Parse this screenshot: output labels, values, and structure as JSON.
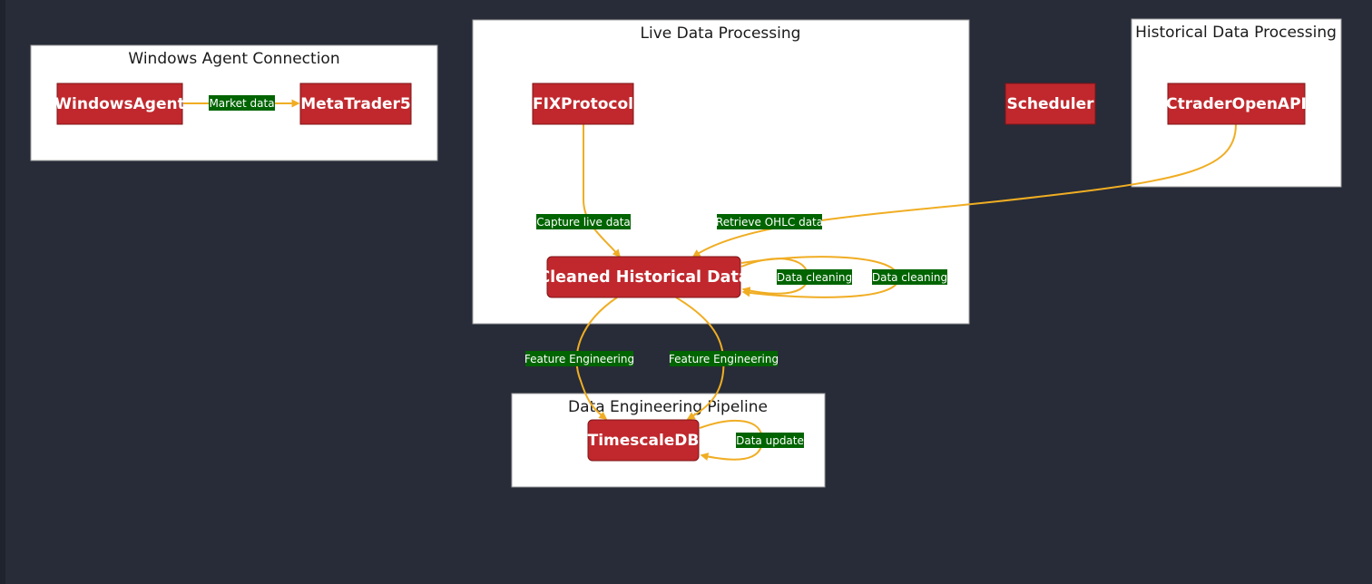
{
  "colors": {
    "background": "#272c38",
    "cluster_fill": "#ffffff",
    "node_fill": "#c0282d",
    "edge_stroke": "#f0ad23",
    "edge_label_fill": "#006400"
  },
  "clusters": {
    "windows_agent": {
      "title": "Windows Agent Connection"
    },
    "live_data": {
      "title": "Live Data Processing"
    },
    "historical_data": {
      "title": "Historical Data Processing"
    },
    "data_engineering": {
      "title": "Data Engineering Pipeline"
    }
  },
  "nodes": {
    "windows_agent": "WindowsAgent",
    "metatrader5": "MetaTrader5",
    "fix_protocol": "FIXProtocol",
    "scheduler": "Scheduler",
    "ctrader": "CtraderOpenAPI",
    "cleaned_historical": "Cleaned Historical Data",
    "timescaledb": "TimescaleDB"
  },
  "edges": {
    "market_data": "Market data",
    "capture_live": "Capture live data",
    "retrieve_ohlc": "Retrieve OHLC data",
    "data_cleaning_1": "Data cleaning",
    "data_cleaning_2": "Data cleaning",
    "feature_eng_1": "Feature Engineering",
    "feature_eng_2": "Feature Engineering",
    "data_update": "Data update"
  }
}
